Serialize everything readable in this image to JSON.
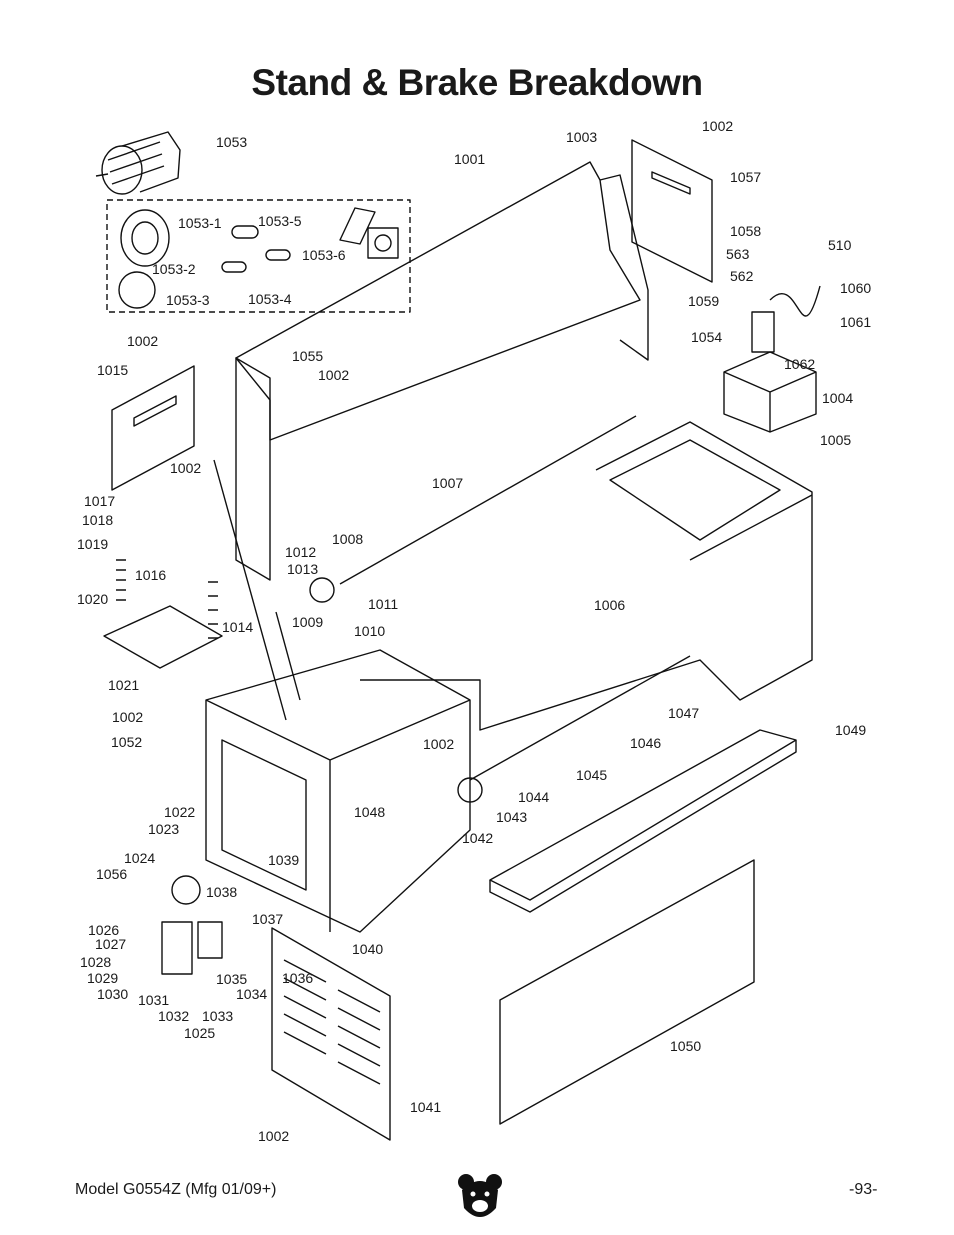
{
  "page": {
    "title": "Stand & Brake Breakdown",
    "model": "Model G0554Z (Mfg 01/09+)",
    "page_number": "-93-"
  },
  "labels": [
    "1053",
    "1053-1",
    "1053-5",
    "1053-6",
    "1053-2",
    "1053-3",
    "1053-4",
    "1001",
    "1003",
    "1002",
    "1057",
    "1058",
    "563",
    "510",
    "562",
    "1060",
    "1059",
    "1061",
    "1054",
    "1062",
    "1004",
    "1005",
    "1002",
    "1015",
    "1055",
    "1002",
    "1002",
    "1017",
    "1018",
    "1019",
    "1016",
    "1020",
    "1007",
    "1008",
    "1012",
    "1013",
    "1011",
    "1006",
    "1014",
    "1009",
    "1010",
    "1021",
    "1002",
    "1052",
    "1047",
    "1049",
    "1046",
    "1002",
    "1045",
    "1044",
    "1048",
    "1043",
    "1042",
    "1022",
    "1023",
    "1024",
    "1056",
    "1039",
    "1038",
    "1037",
    "1040",
    "1026",
    "1027",
    "1028",
    "1029",
    "1030",
    "1031",
    "1032",
    "1033",
    "1025",
    "1035",
    "1034",
    "1036",
    "1050",
    "1041",
    "1002"
  ]
}
